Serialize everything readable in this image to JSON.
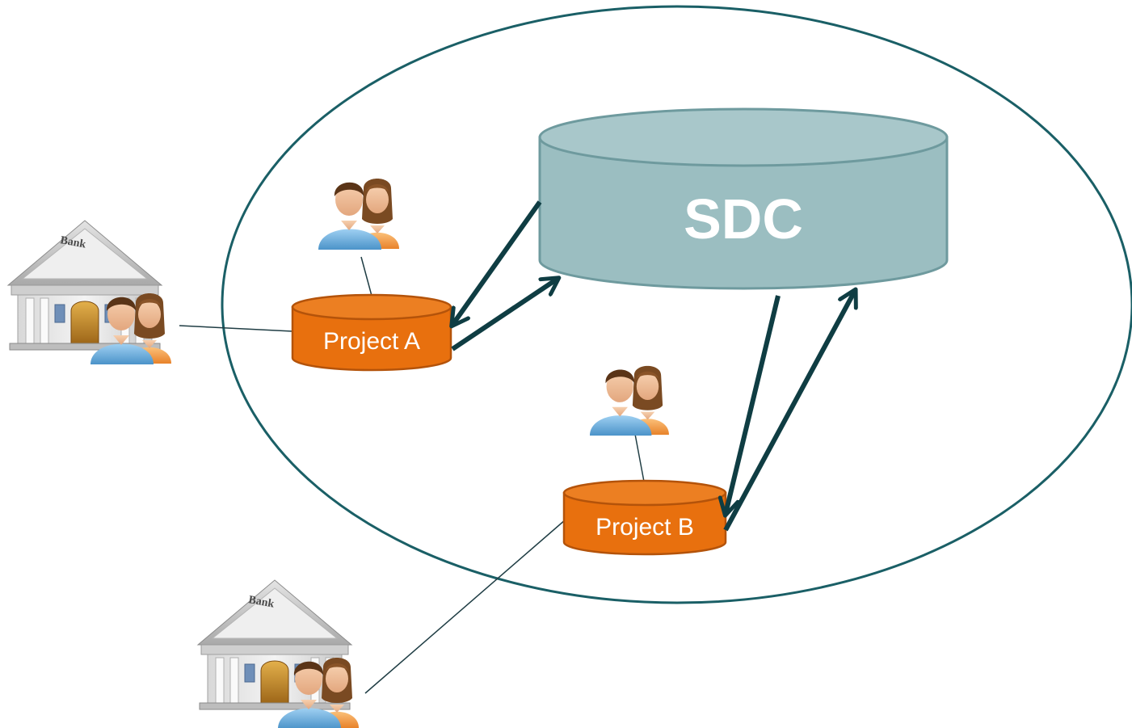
{
  "diagram": {
    "central_store": {
      "label": "SDC"
    },
    "projects": [
      {
        "label": "Project A"
      },
      {
        "label": "Project B"
      }
    ],
    "bank_sign": "Bank",
    "colors": {
      "boundary": "#1a5f66",
      "sdc_fill": "#9bbec1",
      "sdc_stroke": "#6e9a9e",
      "project_fill": "#e8700e",
      "project_stroke": "#b4530a",
      "arrow": "#0f3d43",
      "connector": "#1f3d44"
    },
    "icons": {
      "user_group": "user-group-icon",
      "bank": "bank-building-icon"
    }
  }
}
